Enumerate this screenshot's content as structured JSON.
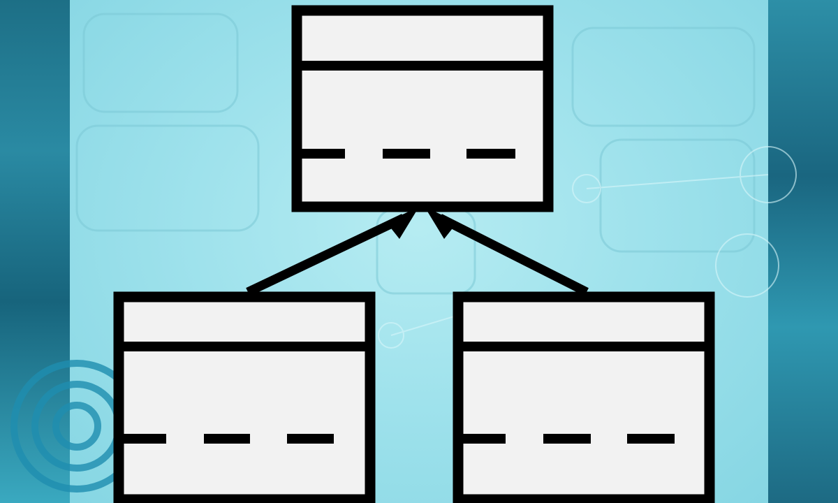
{
  "background": {
    "theme": "keyboard-photo-cyan-overlay",
    "accent_color": "#5cc6d4",
    "box_fill": "#f2f2f2",
    "stroke_color": "#000000"
  },
  "diagram": {
    "type": "class-inheritance-hierarchy",
    "nodes": [
      {
        "id": "parent-class",
        "role": "superclass"
      },
      {
        "id": "child-class-left",
        "role": "subclass"
      },
      {
        "id": "child-class-right",
        "role": "subclass"
      }
    ],
    "edges": [
      {
        "from": "child-class-left",
        "to": "parent-class",
        "arrow": "closed-triangle"
      },
      {
        "from": "child-class-right",
        "to": "parent-class",
        "arrow": "closed-triangle"
      }
    ]
  }
}
